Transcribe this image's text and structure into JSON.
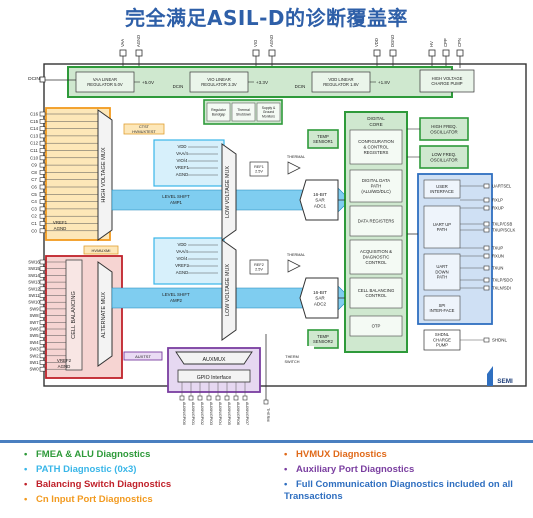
{
  "title": "完全满足ASIL-D的诊断覆盖率",
  "colors": {
    "fmea_alu": "#2e9a3a",
    "path": "#39b6e8",
    "balancing": "#c0212a",
    "cn_input": "#f29a1f",
    "hvmux": "#e06a1a",
    "aux_port": "#7a3ea0",
    "comm": "#2f6fc0",
    "chip_outline": "#333333"
  },
  "top_pins": [
    "VAA",
    "AGND",
    "VIO",
    "AGND",
    "VDD",
    "DGND",
    "HV",
    "CPP",
    "CPN"
  ],
  "dcin_label": "DCIN",
  "regulators": [
    {
      "label": "VAA LINEAR REGULATOR 5.0V",
      "output": "+5.0V"
    },
    {
      "label": "VIO LINEAR REGULATOR 3.3V",
      "output": "+3.3V"
    },
    {
      "label": "VDD LINEAR REGULATOR 1.8V",
      "output": "+1.8V"
    }
  ],
  "dcin_bus_labels": [
    "DCIN",
    "DCIN"
  ],
  "charge_pump": "HIGH VOLTAGE CHARGE PUMP",
  "support_blocks": [
    "Regulator Bandgap",
    "Thermal Shutdown",
    "Supply & Ground Monitors"
  ],
  "cell_pins": [
    "C16",
    "C15",
    "C14",
    "C13",
    "C12",
    "C11",
    "C10",
    "C9",
    "C8",
    "C7",
    "C6",
    "C5",
    "C4",
    "C3",
    "C2",
    "C1",
    "C0"
  ],
  "hv_mux_label": "HIGH VOLTAGE MUX",
  "vref_top": [
    "VREF1",
    "AGND"
  ],
  "cstop_labels": [
    "CTST",
    "HVMUXTEST"
  ],
  "sw_pins": [
    "SW16",
    "SW15",
    "SW14",
    "SW13",
    "SW12",
    "SW11",
    "SW10",
    "SW9",
    "SW8",
    "SW7",
    "SW6",
    "SW5",
    "SW4",
    "SW3",
    "SW2",
    "SW1",
    "SW0"
  ],
  "cell_balancing_label": "CELL BALANCING",
  "alternate_mux_label": "ALTERNATE MUX",
  "vref_bottom": [
    "VREF2",
    "AGND"
  ],
  "hvmux_tag": "HVMUXMI",
  "level_shift": [
    "LEVEL SHIFT AMP1",
    "LEVEL SHIFT AMP2"
  ],
  "lv_inputs_1": [
    "VDD",
    "VAA/4",
    "VIO/4",
    "VREF1",
    "AGND"
  ],
  "lv_inputs_2": [
    "VDD",
    "VAA/4",
    "VIO/4",
    "VREF2",
    "AGND"
  ],
  "lv_mux_label": "LOW VOLTAGE MUX",
  "refs": [
    "REF1 2.5V",
    "REF2 2.5V"
  ],
  "thermal_labels": [
    "THERMAL",
    "THERMAL"
  ],
  "adcs": [
    "16-BIT SAR ADC1",
    "16-BIT SAR ADC2"
  ],
  "temp_sensors": [
    "TEMP SENSOR1",
    "TEMP SENSOR2"
  ],
  "digital_core_title": "DIGITAL CORE",
  "digital_blocks": [
    "CONFIGURATION & CONTROL REGISTERS",
    "DIGITAL DATA PATH (ALU/WD/DLC)",
    "DATA REGISTERS",
    "ACQUISITION & DIAGNOSTIC CONTROL",
    "CELL BALANCING CONTROL",
    "OTP"
  ],
  "oscillators": [
    "HIGH FREQ. OSCILLATOR",
    "LOW FREQ. OSCILLATOR"
  ],
  "comm_blocks": [
    "USER INTERFACE",
    "UART UP PATH",
    "UART DOWN PATH",
    "SPI INTER-FACE"
  ],
  "comm_pins": [
    "UARTSEL",
    "RXLP",
    "RXUP",
    "TXLP/CSB",
    "TXUP/SCLK",
    "TXUP",
    "RXUN",
    "TXUN",
    "TXLP/SDO",
    "TXLN/SDI"
  ],
  "shdnl_pump": "SHDNL CHARGE PUMP",
  "shdnl_pin": "SHDNL",
  "auxin_tag": "AUXTST",
  "auxmux_label": "AUXMUX",
  "gpio_label": "GPIO Interface",
  "aux_pins": [
    "AUXIN/GPIO0",
    "AUXIN/GPIO1",
    "AUXIN/GPIO2",
    "AUXIN/GPIO3",
    "AUXIN/GPIO4",
    "AUXIN/GPIO5",
    "AUXIN/GPIO6",
    "AUXIN/GPIO7"
  ],
  "therm_switch": "THERM SWITCH",
  "therm_pin": "THERM",
  "logo_text": "SEMI",
  "legend": [
    {
      "text": "FMEA & ALU Diagnostics",
      "color": "#2e9a3a"
    },
    {
      "text": "HVMUX Diagnostics",
      "color": "#e06a1a"
    },
    {
      "text": "PATH Diagnostic (0x3)",
      "color": "#39b6e8"
    },
    {
      "text": "Auxiliary Port Diagnostics",
      "color": "#7a3ea0"
    },
    {
      "text": "Balancing Switch Diagnostics",
      "color": "#c0212a"
    },
    {
      "text": "Full Communication Diagnostics included on all Transactions",
      "color": "#2f6fc0"
    },
    {
      "text": "Cn Input Port Diagnostics",
      "color": "#f29a1f"
    }
  ]
}
